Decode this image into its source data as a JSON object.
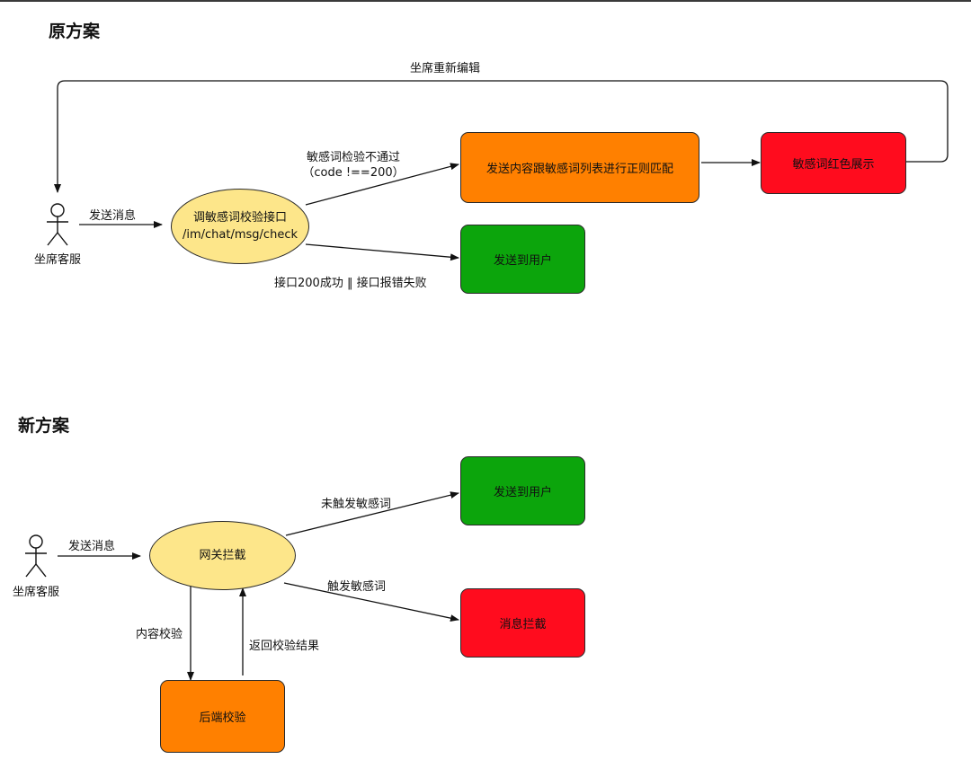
{
  "colors": {
    "orange": "#ff8000",
    "green": "#0ca50c",
    "red": "#ff0c1e",
    "yellow": "#fde68a"
  },
  "original": {
    "title": "原方案",
    "actor_label": "坐席客服",
    "send_msg": "发送消息",
    "check_api_line1": "调敏感词校验接口",
    "check_api_line2": "/im/chat/msg/check",
    "fail_label_line1": "敏感词检验不通过",
    "fail_label_line2": "（code !==200）",
    "success_label": "接口200成功 ‖ 接口报错失败",
    "regex_match": "发送内容跟敏感词列表进行正则匹配",
    "red_display": "敏感词红色展示",
    "send_to_user": "发送到用户",
    "re_edit": "坐席重新编辑"
  },
  "new": {
    "title": "新方案",
    "actor_label": "坐席客服",
    "send_msg": "发送消息",
    "gateway": "网关拦截",
    "not_triggered": "未触发敏感词",
    "triggered": "触发敏感词",
    "send_to_user": "发送到用户",
    "intercept": "消息拦截",
    "content_check": "内容校验",
    "return_result": "返回校验结果",
    "backend_check": "后端校验"
  }
}
